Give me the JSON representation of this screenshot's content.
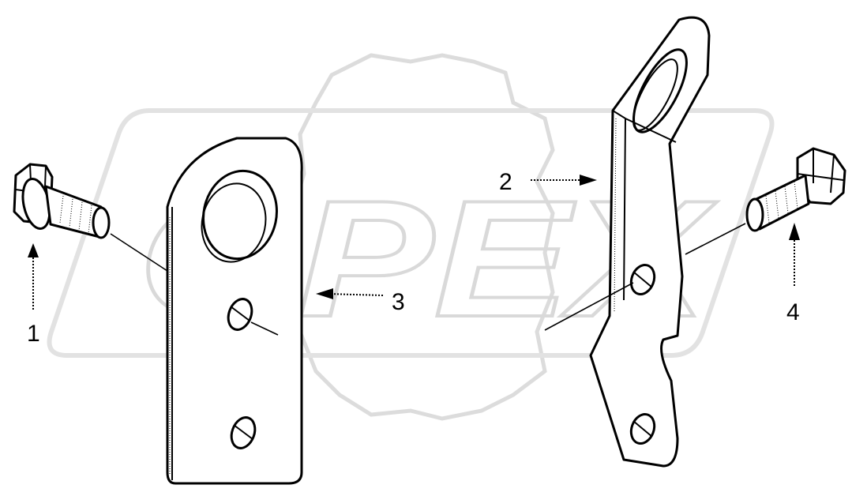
{
  "watermark": {
    "text": "OPEX",
    "color": "#d9d9d9"
  },
  "callouts": [
    {
      "id": "1",
      "label": "1"
    },
    {
      "id": "2",
      "label": "2"
    },
    {
      "id": "3",
      "label": "3"
    },
    {
      "id": "4",
      "label": "4"
    }
  ],
  "colors": {
    "line": "#000000",
    "background": "#ffffff",
    "watermark": "#d9d9d9"
  },
  "icons": [
    "gear-watermark-icon",
    "bolt-icon",
    "bracket-plate-icon",
    "bent-bracket-icon"
  ]
}
